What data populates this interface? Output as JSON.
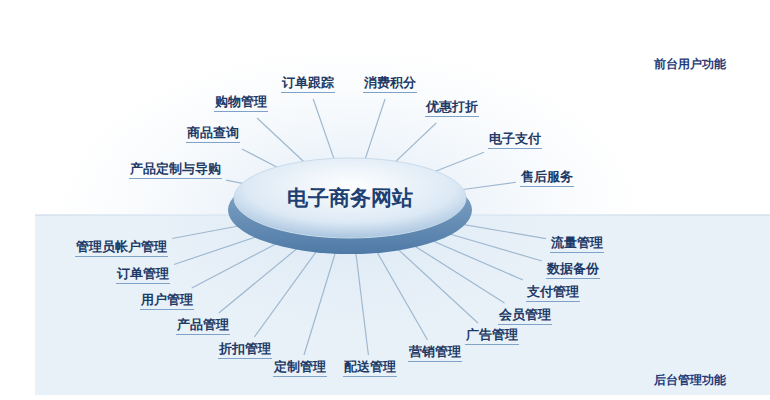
{
  "diagram": {
    "nodes": [
      {
        "text": [
          "电子商务网站"
        ]
      }
    ],
    "labels": [
      "产品定制与导购",
      "商品查询",
      "购物管理",
      "订单跟踪",
      "消费积分",
      "优惠打折",
      "电子支付",
      "售后服务",
      "管理员帐户管理",
      "订单管理",
      "用户管理",
      "产品管理",
      "折扣管理",
      "定制管理",
      "配送管理",
      "营销管理",
      "广告管理",
      "会员管理",
      "支付管理",
      "数据备份",
      "流量管理",
      "前台用户功能",
      "后台管理功能"
    ]
  }
}
